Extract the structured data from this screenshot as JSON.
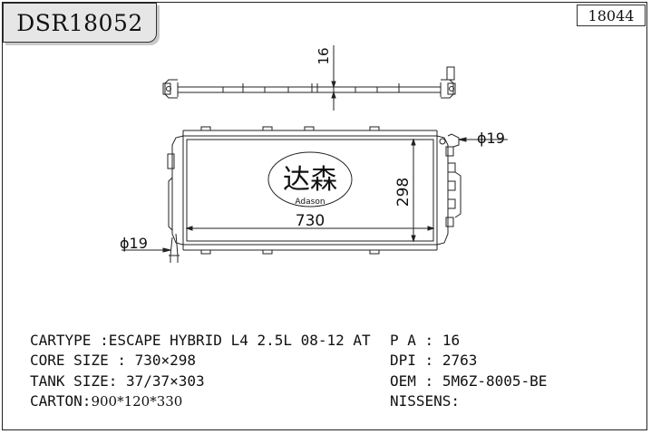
{
  "header": {
    "part_number": "DSR18052",
    "reference_number": "18044"
  },
  "drawing": {
    "brand_chinese": "达森",
    "brand_latin": "Adason",
    "dim_width": "730",
    "dim_height": "298",
    "dim_top_tank": "16",
    "dim_inlet": "ϕ19",
    "dim_outlet": "ϕ19"
  },
  "specs": {
    "cartype_label": "CARTYPE :",
    "cartype_value": "ESCAPE HYBRID L4 2.5L 08-12 AT",
    "core_label": "CORE SIZE :",
    "core_value": "730×298",
    "tank_label": "TANK SIZE:",
    "tank_value": "37/37×303",
    "carton_label": "CARTON:",
    "carton_value": "900*120*330",
    "pa_label": "P A :",
    "pa_value": "16",
    "dpi_label": "DPI :",
    "dpi_value": "2763",
    "oem_label": "OEM :",
    "oem_value": "5M6Z-8005-BE",
    "nissens_label": "NISSENS:",
    "nissens_value": ""
  }
}
